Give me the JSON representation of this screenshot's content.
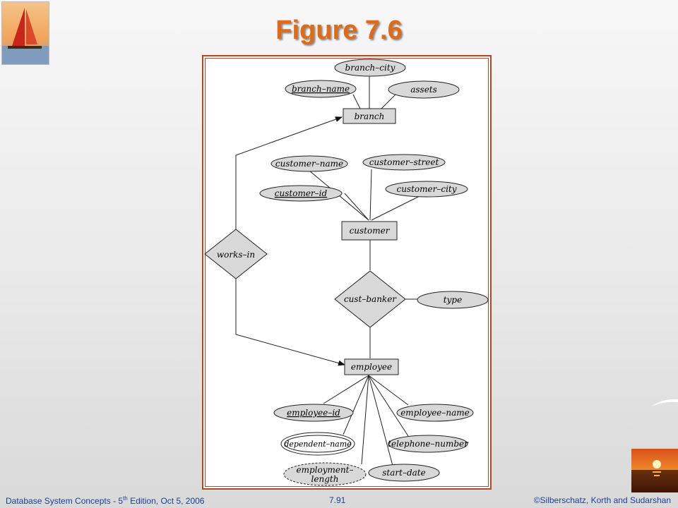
{
  "slide": {
    "title": "Figure 7.6",
    "footer": {
      "book_prefix": "Database  System Concepts  - 5",
      "edition_sup": "th",
      "edition_suffix": " Edition, Oct 5, 2006",
      "page": "7.91",
      "copyright": "©Silberschatz, Korth and Sudarshan"
    }
  },
  "diagram": {
    "entities": {
      "branch": "branch",
      "customer": "customer",
      "employee": "employee"
    },
    "relationships": {
      "works_in": "works–in",
      "cust_banker": "cust–banker"
    },
    "attributes": {
      "branch_city": "branch–city",
      "branch_name": "branch–name",
      "assets": "assets",
      "customer_name": "customer–name",
      "customer_street": "customer–street",
      "customer_id": "customer–id",
      "customer_city": "customer–city",
      "type": "type",
      "employee_id": "employee–id",
      "employee_name": "employee–name",
      "dependent_name": "dependent–name",
      "telephone_number": "telephone–number",
      "employment_length_1": "employment–",
      "employment_length_2": "length",
      "start_date": "start–date"
    }
  }
}
